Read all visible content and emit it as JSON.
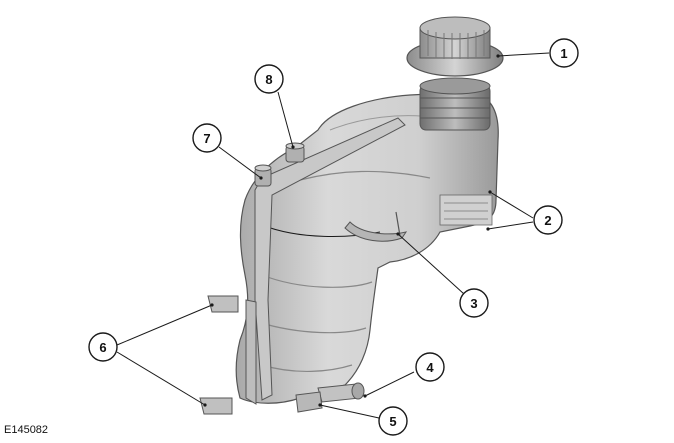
{
  "figure": {
    "reference_code": "E145082",
    "subject": "coolant-expansion-tank",
    "callouts": [
      {
        "id": "c1",
        "label": "1"
      },
      {
        "id": "c2",
        "label": "2"
      },
      {
        "id": "c3",
        "label": "3"
      },
      {
        "id": "c4",
        "label": "4"
      },
      {
        "id": "c5",
        "label": "5"
      },
      {
        "id": "c6",
        "label": "6"
      },
      {
        "id": "c7",
        "label": "7"
      },
      {
        "id": "c8",
        "label": "8"
      }
    ]
  }
}
